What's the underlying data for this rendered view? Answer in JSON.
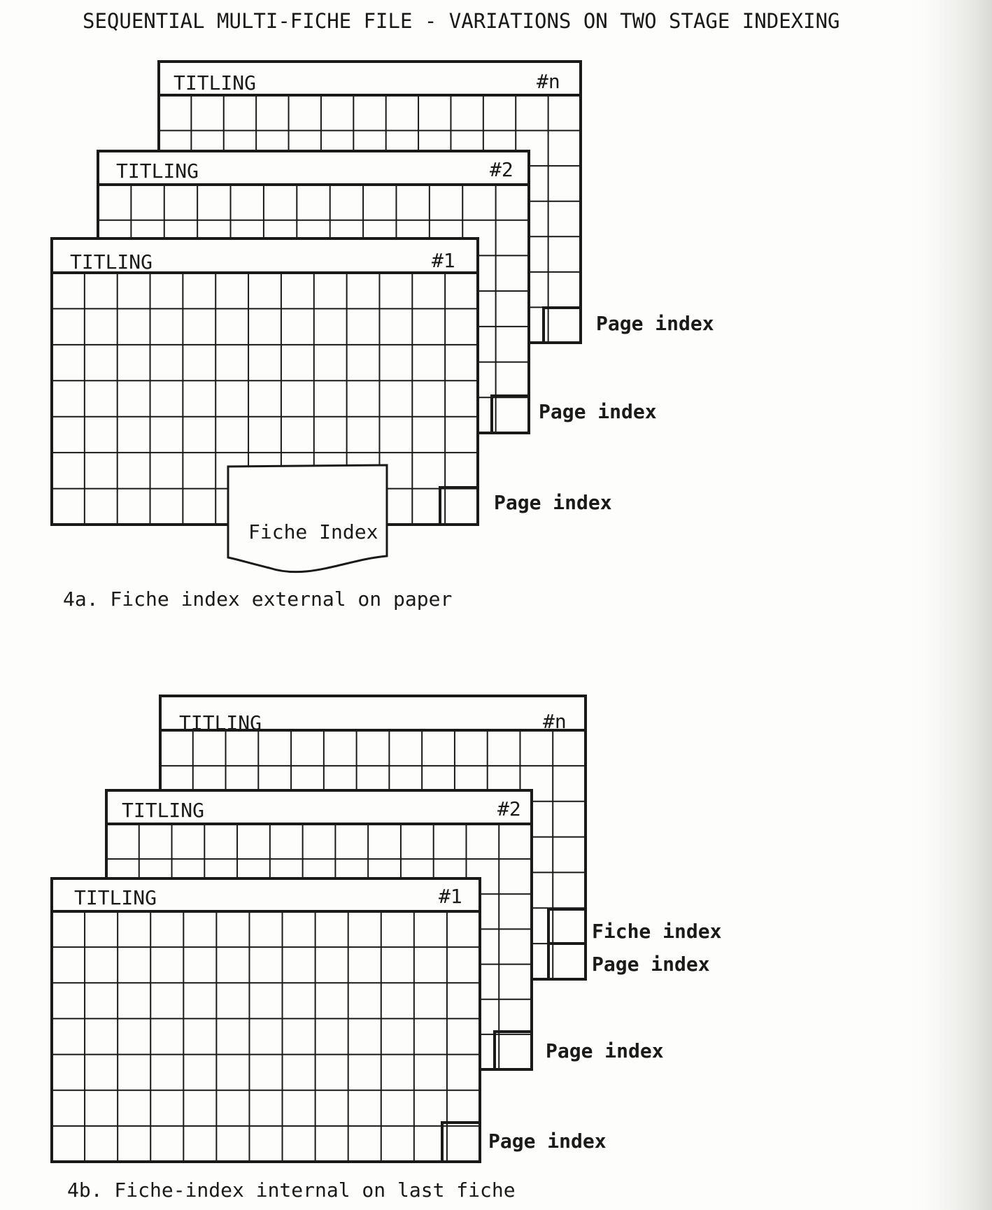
{
  "title": "SEQUENTIAL MULTI-FICHE FILE - VARIATIONS ON TWO STAGE INDEXING",
  "diagram_a": {
    "caption": "4a. Fiche index external on paper",
    "fiche_n": {
      "titling": "TITLING",
      "number": "#n"
    },
    "fiche_2": {
      "titling": "TITLING",
      "number": "#2"
    },
    "fiche_1": {
      "titling": "TITLING",
      "number": "#1"
    },
    "page_index_n": "Page index",
    "page_index_2": "Page index",
    "page_index_1": "Page index",
    "fiche_index_sheet": "Fiche Index"
  },
  "diagram_b": {
    "caption": "4b. Fiche-index internal on last fiche",
    "fiche_n": {
      "titling": "TITLING",
      "number": "#n"
    },
    "fiche_2": {
      "titling": "TITLING",
      "number": "#2"
    },
    "fiche_1": {
      "titling": "TITLING",
      "number": "#1"
    },
    "fiche_index_n": "Fiche index",
    "page_index_n": "Page index",
    "page_index_2": "Page index",
    "page_index_1": "Page index"
  }
}
